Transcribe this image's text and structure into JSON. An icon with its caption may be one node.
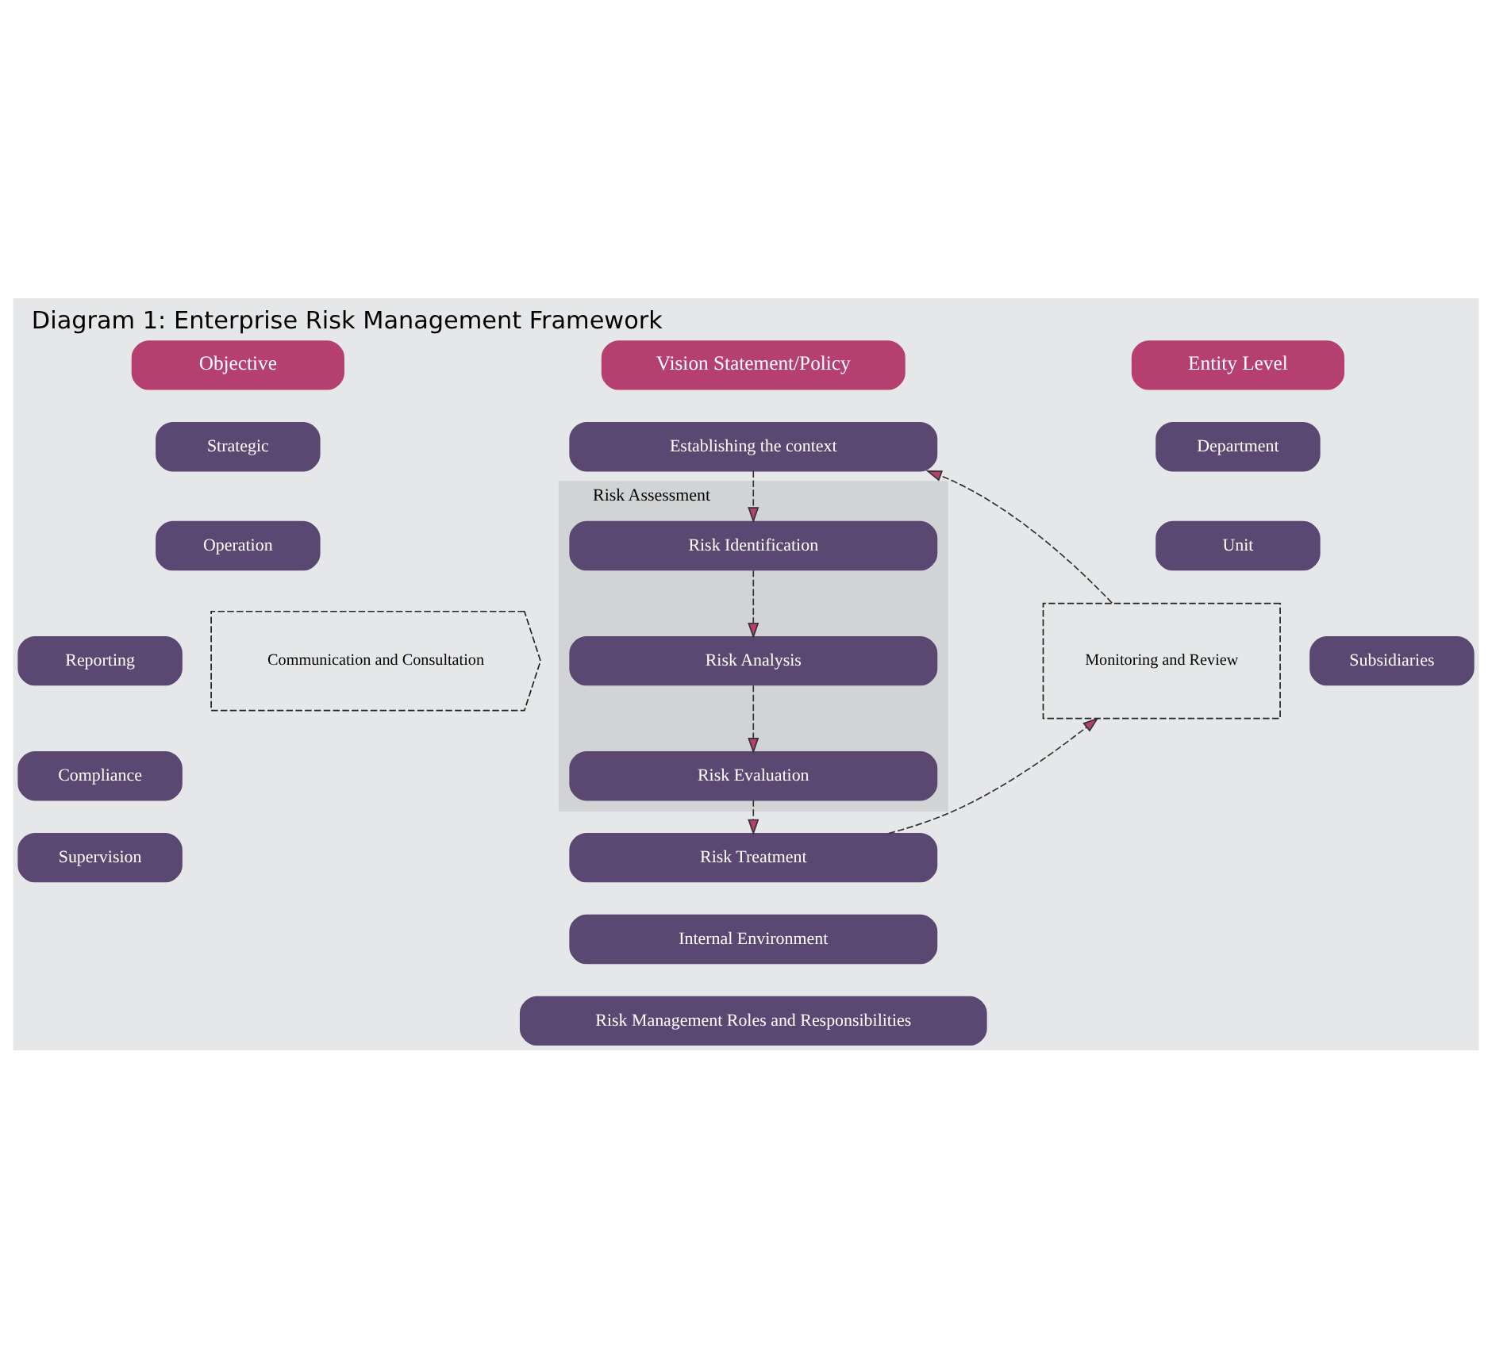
{
  "diagram": {
    "title": "Diagram 1: Enterprise Risk Management Framework",
    "nodes": [
      {
        "text": [
          "Objective"
        ]
      },
      {
        "text": [
          "Vision Statement/Policy"
        ]
      },
      {
        "text": [
          "Entity Level"
        ]
      },
      {
        "text": [
          "Strategic"
        ]
      },
      {
        "text": [
          "Operation"
        ]
      },
      {
        "text": [
          "Reporting"
        ]
      },
      {
        "text": [
          "Compliance"
        ]
      },
      {
        "text": [
          "Supervision"
        ]
      },
      {
        "text": [
          "Communication and Consultation"
        ]
      },
      {
        "text": [
          "Establishing the context"
        ]
      },
      {
        "text": [
          "Risk Assessment"
        ]
      },
      {
        "text": [
          "Risk Identification"
        ],
        "in": 10
      },
      {
        "text": [
          "Risk Analysis"
        ],
        "in": 10
      },
      {
        "text": [
          "Risk Evaluation"
        ],
        "in": 10
      },
      {
        "text": [
          "Risk Treatment"
        ]
      },
      {
        "text": [
          "Monitoring and Review"
        ]
      },
      {
        "text": [
          "Department"
        ]
      },
      {
        "text": [
          "Unit"
        ]
      },
      {
        "text": [
          "Subsidiaries"
        ]
      },
      {
        "text": [
          "Internal Environment"
        ]
      },
      {
        "text": [
          "Risk Management Roles and Responsibilities"
        ]
      }
    ],
    "edges": [
      {
        "from": 9,
        "to": 11,
        "arrow": "to",
        "style": "dashed"
      },
      {
        "from": 11,
        "to": 12,
        "arrow": "to",
        "style": "dashed"
      },
      {
        "from": 12,
        "to": 13,
        "arrow": "to",
        "style": "dashed"
      },
      {
        "from": 13,
        "to": 14,
        "arrow": "to",
        "style": "dashed"
      },
      {
        "from": 14,
        "to": 15,
        "arrow": "to",
        "style": "dashed"
      },
      {
        "from": 15,
        "to": 9,
        "arrow": "to",
        "style": "dashed"
      }
    ]
  }
}
